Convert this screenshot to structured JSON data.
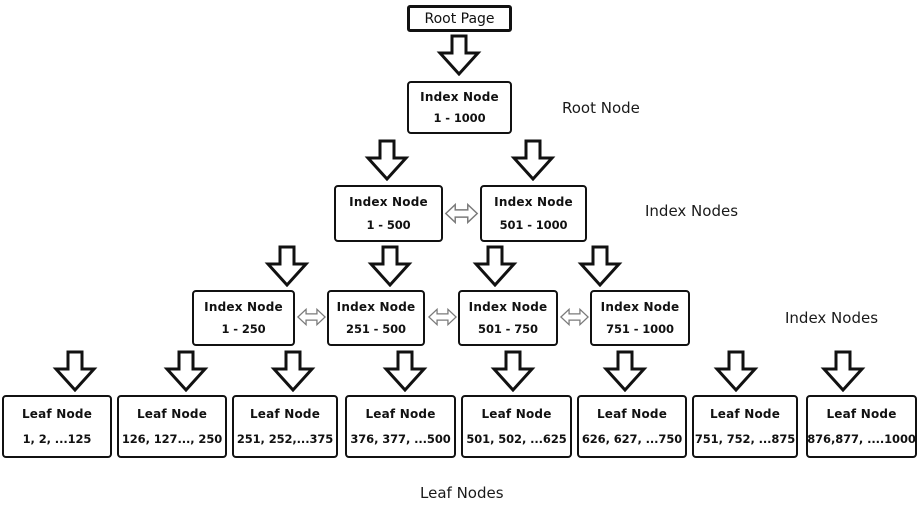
{
  "diagram": {
    "title_hint": "B-tree index structure",
    "root_page": {
      "label": "Root Page"
    },
    "levels": [
      {
        "side_label": "Root Node",
        "nodes": [
          {
            "title": "Index Node",
            "range": "1 - 1000"
          }
        ]
      },
      {
        "side_label": "Index Nodes",
        "nodes": [
          {
            "title": "Index Node",
            "range": "1 - 500"
          },
          {
            "title": "Index Node",
            "range": "501 - 1000"
          }
        ]
      },
      {
        "side_label": "Index Nodes",
        "nodes": [
          {
            "title": "Index Node",
            "range": "1 - 250"
          },
          {
            "title": "Index Node",
            "range": "251 - 500"
          },
          {
            "title": "Index Node",
            "range": "501 - 750"
          },
          {
            "title": "Index Node",
            "range": "751 - 1000"
          }
        ]
      },
      {
        "side_label": "Leaf Nodes",
        "nodes": [
          {
            "title": "Leaf Node",
            "range": "1, 2, ...125"
          },
          {
            "title": "Leaf Node",
            "range": "126, 127..., 250"
          },
          {
            "title": "Leaf Node",
            "range": "251, 252,...375"
          },
          {
            "title": "Leaf Node",
            "range": "376, 377, ...500"
          },
          {
            "title": "Leaf Node",
            "range": "501, 502, ...625"
          },
          {
            "title": "Leaf Node",
            "range": "626, 627, ...750"
          },
          {
            "title": "Leaf Node",
            "range": "751, 752, ...875"
          },
          {
            "title": "Leaf Node",
            "range": "876,877, ....1000"
          }
        ]
      }
    ],
    "colors": {
      "background": "#ffffff",
      "box_border": "#111111",
      "text": "#111111",
      "down_arrow_outline": "#111111",
      "sibling_arrow_outline": "#7a7a7a"
    }
  }
}
